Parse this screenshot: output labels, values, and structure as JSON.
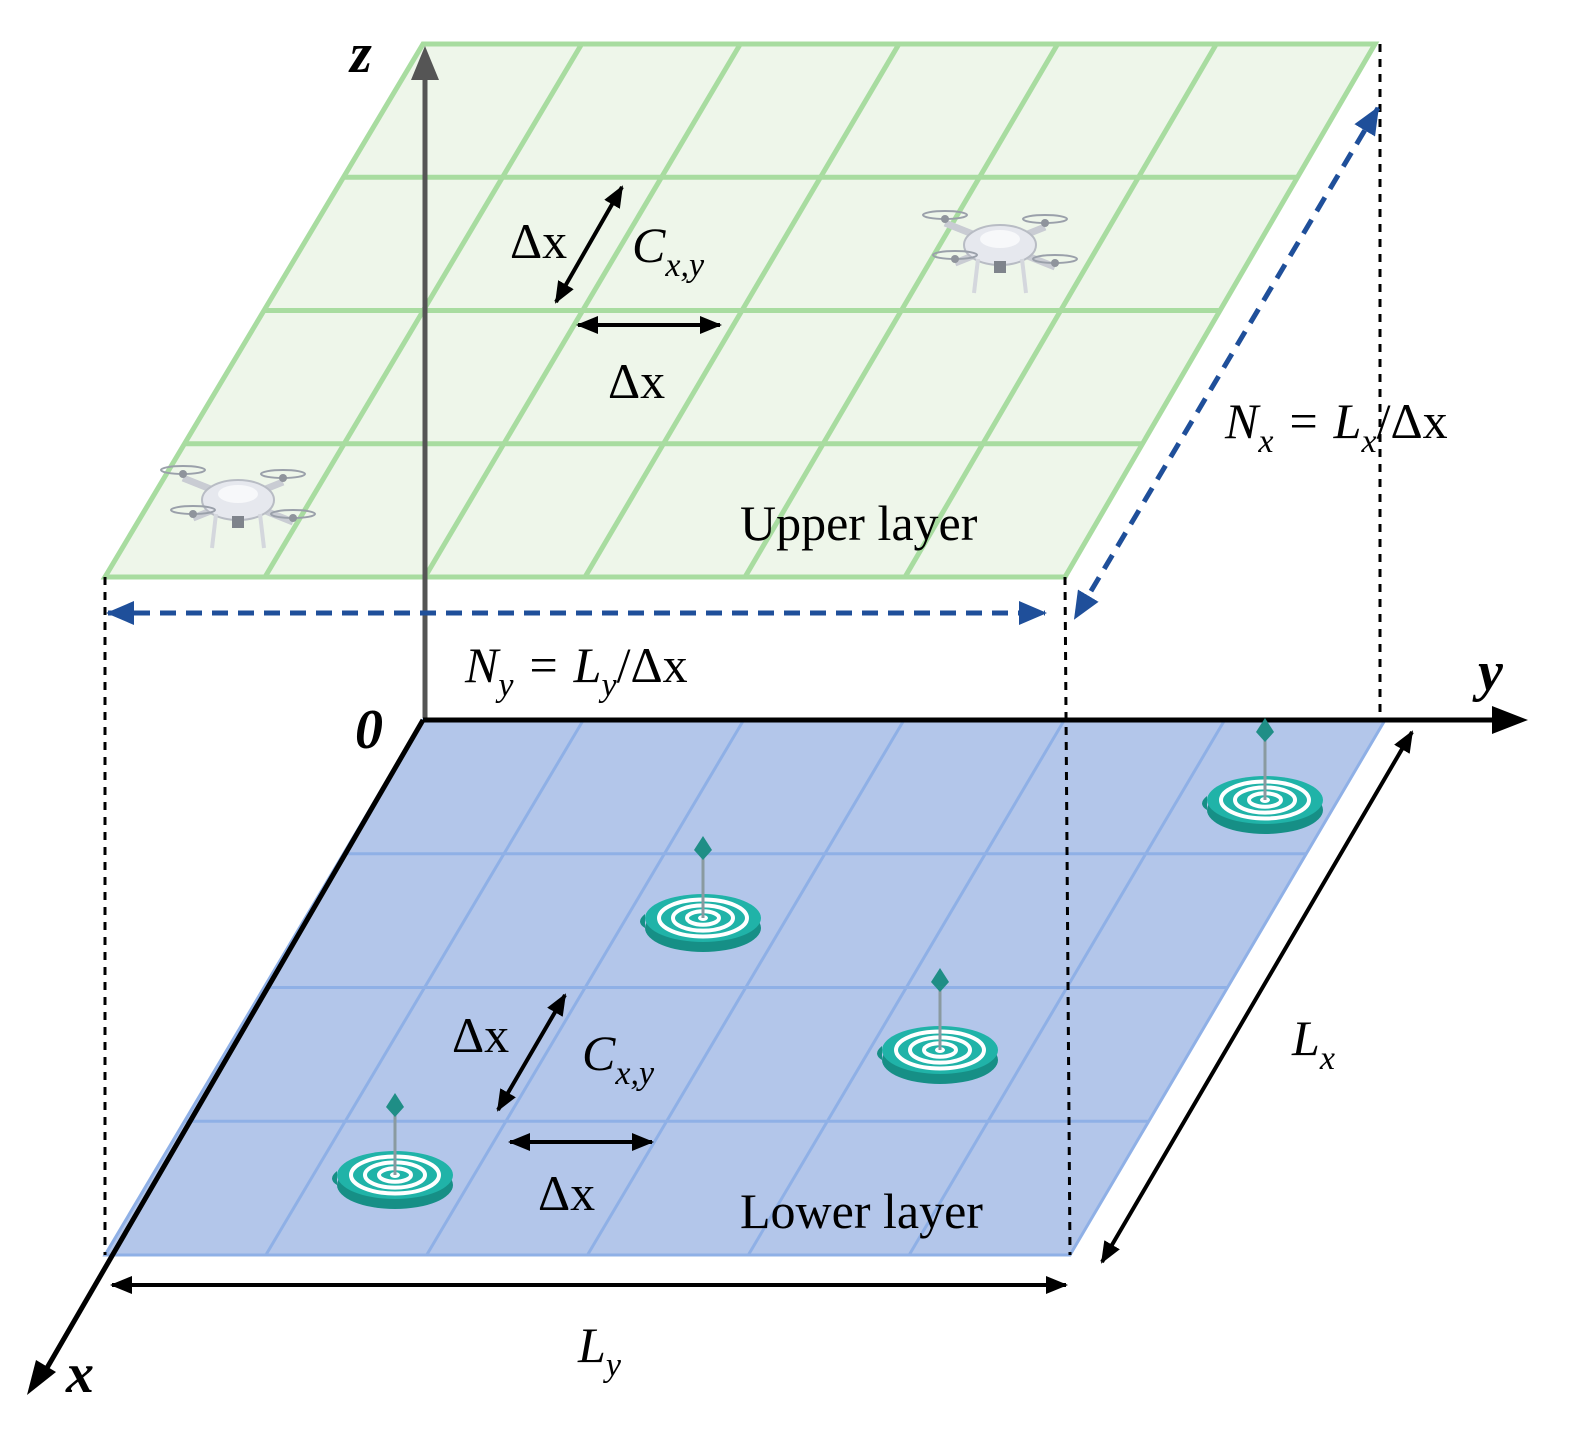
{
  "axes": {
    "x": "x",
    "y": "y",
    "z": "z",
    "origin": "0"
  },
  "upper_layer": {
    "label": "Upper layer",
    "cell_symbol": "C",
    "cell_subscript": "x,y",
    "cell_size": "Δx",
    "count_x": {
      "left": "N",
      "left_sub": "x",
      "eq": "=",
      "right": "L",
      "right_sub": "x",
      "tail": "/Δx"
    },
    "count_y": {
      "left": "N",
      "left_sub": "y",
      "eq": "=",
      "right": "L",
      "right_sub": "y",
      "tail": "/Δx"
    },
    "drones": 2
  },
  "lower_layer": {
    "label": "Lower layer",
    "cell_symbol": "C",
    "cell_subscript": "x,y",
    "cell_size": "Δx",
    "length_x": {
      "symbol": "L",
      "sub": "x"
    },
    "length_y": {
      "symbol": "L",
      "sub": "y"
    },
    "targets": 4
  },
  "colors": {
    "upper_fill": "#eef6ea",
    "upper_grid": "#a8dca0",
    "lower_fill": "#b3c6ea",
    "lower_grid": "#8fb0e6",
    "dashed_blue": "#1f4f9a",
    "target": "#20b3a8",
    "drone": "#e6e8ee"
  }
}
